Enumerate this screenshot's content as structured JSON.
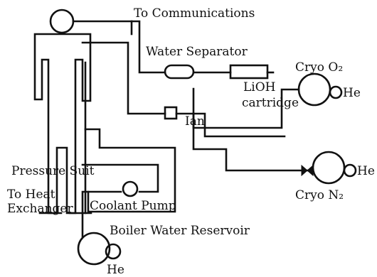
{
  "diagram": {
    "labels": {
      "communications": "To Communications",
      "water_separator": "Water Separator",
      "cryo_o2": "Cryo O₂",
      "he_o2": "He",
      "lioh_line1": "LiOH",
      "lioh_line2": "cartridge",
      "fan": "Ian",
      "he_n2": "He",
      "pressure_suit": "Pressure Suit",
      "cryo_n2": "Cryo N₂",
      "heat_exchanger_line1": "To Heat",
      "heat_exchanger_line2": "Exchanger",
      "coolant_pump": "Coolant Pump",
      "boiler_reservoir": "Boiler Water Reservoir",
      "he_boiler": "He"
    }
  }
}
